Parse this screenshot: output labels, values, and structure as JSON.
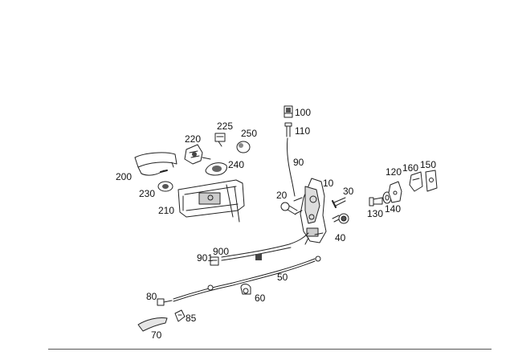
{
  "parts": [
    {
      "id": "p100",
      "label": "100"
    },
    {
      "id": "p110",
      "label": "110"
    },
    {
      "id": "p90",
      "label": "90"
    },
    {
      "id": "p10",
      "label": "10"
    },
    {
      "id": "p20",
      "label": "20"
    },
    {
      "id": "p30",
      "label": "30"
    },
    {
      "id": "p40",
      "label": "40"
    },
    {
      "id": "p120",
      "label": "120"
    },
    {
      "id": "p160",
      "label": "160"
    },
    {
      "id": "p150",
      "label": "150"
    },
    {
      "id": "p130",
      "label": "130"
    },
    {
      "id": "p140",
      "label": "140"
    },
    {
      "id": "p225",
      "label": "225"
    },
    {
      "id": "p220",
      "label": "220"
    },
    {
      "id": "p250",
      "label": "250"
    },
    {
      "id": "p240",
      "label": "240"
    },
    {
      "id": "p200",
      "label": "200"
    },
    {
      "id": "p230",
      "label": "230"
    },
    {
      "id": "p210",
      "label": "210"
    },
    {
      "id": "p900",
      "label": "900"
    },
    {
      "id": "p901",
      "label": "901"
    },
    {
      "id": "p50",
      "label": "50"
    },
    {
      "id": "p60",
      "label": "60"
    },
    {
      "id": "p80",
      "label": "80"
    },
    {
      "id": "p85",
      "label": "85"
    },
    {
      "id": "p70",
      "label": "70"
    }
  ]
}
